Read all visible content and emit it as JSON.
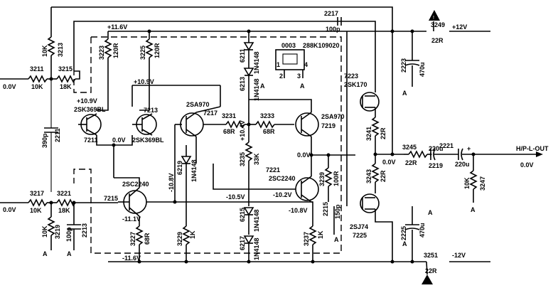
{
  "rails": {
    "pos12": "+12V",
    "neg12": "-12V",
    "pos11_6": "+11.6V",
    "neg11_6": "-11.6V"
  },
  "inputs": {
    "top": "0.0V",
    "bottom": "0.0V"
  },
  "output": {
    "label": "H/P-L-OUT",
    "voltage": "0.0V",
    "mid_voltage": "0.0V",
    "node_voltage": "0.0V"
  },
  "board_code": "288K109020",
  "ic": {
    "ref": "0003",
    "pins": [
      "1",
      "2",
      "3",
      "4"
    ]
  },
  "ground": "A",
  "caps": {
    "c2217": {
      "ref": "2217",
      "value": "100p"
    },
    "c2223": {
      "ref": "2223",
      "value": "470u"
    },
    "c2225": {
      "ref": "2225",
      "value": "470u"
    },
    "c2211": {
      "ref": "2211",
      "value": "390p"
    },
    "c2213": {
      "ref": "2213",
      "value": "100p"
    },
    "c2215": {
      "ref": "2215",
      "value": "150p"
    },
    "c2219": {
      "ref": "2219",
      "value": "220u"
    },
    "c2221": {
      "ref": "2221",
      "value": "220u"
    }
  },
  "resistors": {
    "r3213": {
      "ref": "3213",
      "value": "10K"
    },
    "r3211": {
      "ref": "3211",
      "value": "10K"
    },
    "r3215": {
      "ref": "3215",
      "value": "18K"
    },
    "r3223": {
      "ref": "3223",
      "value": "120R"
    },
    "r3225": {
      "ref": "3225",
      "value": "120R"
    },
    "r3249": {
      "ref": "3249",
      "value": "22R"
    },
    "r3231": {
      "ref": "3231",
      "value": "68R"
    },
    "r3233": {
      "ref": "3233",
      "value": "68R"
    },
    "r3235": {
      "ref": "3235",
      "value": "33K"
    },
    "r3239": {
      "ref": "3239",
      "value": "100R"
    },
    "r3241": {
      "ref": "3241",
      "value": "22R"
    },
    "r3243": {
      "ref": "3243",
      "value": "22R"
    },
    "r3245": {
      "ref": "3245",
      "value": "22R"
    },
    "r3247": {
      "ref": "3247",
      "value": "10K"
    },
    "r3217": {
      "ref": "3217",
      "value": "10K"
    },
    "r3219": {
      "ref": "3219",
      "value": "10K"
    },
    "r3221": {
      "ref": "3221",
      "value": "18K"
    },
    "r3227": {
      "ref": "3227",
      "value": "68R"
    },
    "r3229": {
      "ref": "3229",
      "value": "1K"
    },
    "r3237": {
      "ref": "3237",
      "value": "1K"
    },
    "r3251": {
      "ref": "3251",
      "value": "22R"
    }
  },
  "diodes": {
    "d6211": {
      "ref": "6211",
      "part": "1N4148"
    },
    "d6213": {
      "ref": "6213",
      "part": "1N4148"
    },
    "d6215": {
      "ref": "6215",
      "part": "1N4148"
    },
    "d6217": {
      "ref": "6217",
      "part": "1N4148"
    },
    "d6219": {
      "ref": "6219",
      "part": "1N4148",
      "voltage": "-10.8V"
    }
  },
  "transistors": {
    "q7211": {
      "ref": "7211",
      "part": "2SK369BL",
      "volt": "+10.9V"
    },
    "q7213": {
      "ref": "7213",
      "part": "2SK369BL"
    },
    "q7215": {
      "ref": "7215",
      "part": "2SC2240",
      "volt": "-11.1V"
    },
    "q7217": {
      "ref": "7217",
      "part": "2SA970"
    },
    "q7219": {
      "ref": "7219",
      "part": "2SA970"
    },
    "q7221": {
      "ref": "7221",
      "part": "2SC2240"
    },
    "q7223": {
      "ref": "7223",
      "part": "2SK170"
    },
    "q7225": {
      "ref": "7225",
      "part": "2SJ74"
    }
  },
  "node_voltages": {
    "v_10_9_top": "+10.9V",
    "v_0_0_src": "0.0V",
    "v_10_4": "+10.4V",
    "v_10_5": "-10.5V",
    "v_10_2": "-10.2V",
    "v_10_8": "-10.8V"
  }
}
